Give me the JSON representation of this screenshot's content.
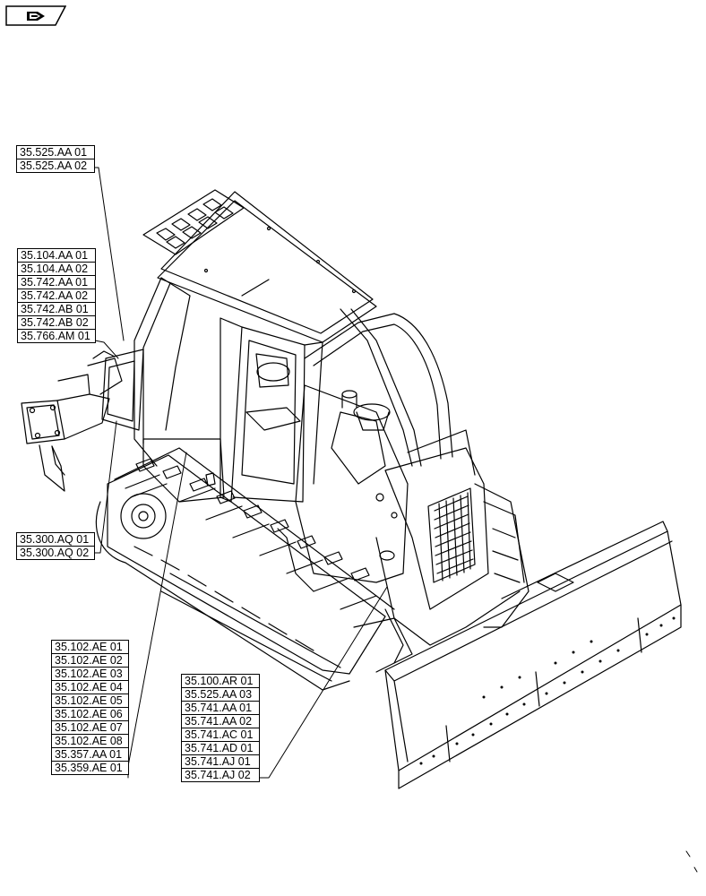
{
  "navigation": {
    "icon": "page-flip-icon"
  },
  "callouts": {
    "cab_top": [
      "35.525.AA 01",
      "35.525.AA 02"
    ],
    "cab_side": [
      "35.104.AA 01",
      "35.104.AA 02",
      "35.742.AA 01",
      "35.742.AA 02",
      "35.742.AB 01",
      "35.742.AB 02",
      "35.766.AM 01"
    ],
    "track_front": [
      "35.300.AQ 01",
      "35.300.AQ 02"
    ],
    "undercarriage": [
      "35.102.AE 01",
      "35.102.AE 02",
      "35.102.AE 03",
      "35.102.AE 04",
      "35.102.AE 05",
      "35.102.AE 06",
      "35.102.AE 07",
      "35.102.AE 08",
      "35.357.AA 01",
      "35.359.AE 01"
    ],
    "engine_side": [
      "35.100.AR 01",
      "35.525.AA 03",
      "35.741.AA 01",
      "35.741.AA 02",
      "35.741.AC 01",
      "35.741.AD 01",
      "35.741.AJ 01",
      "35.741.AJ 02"
    ]
  }
}
